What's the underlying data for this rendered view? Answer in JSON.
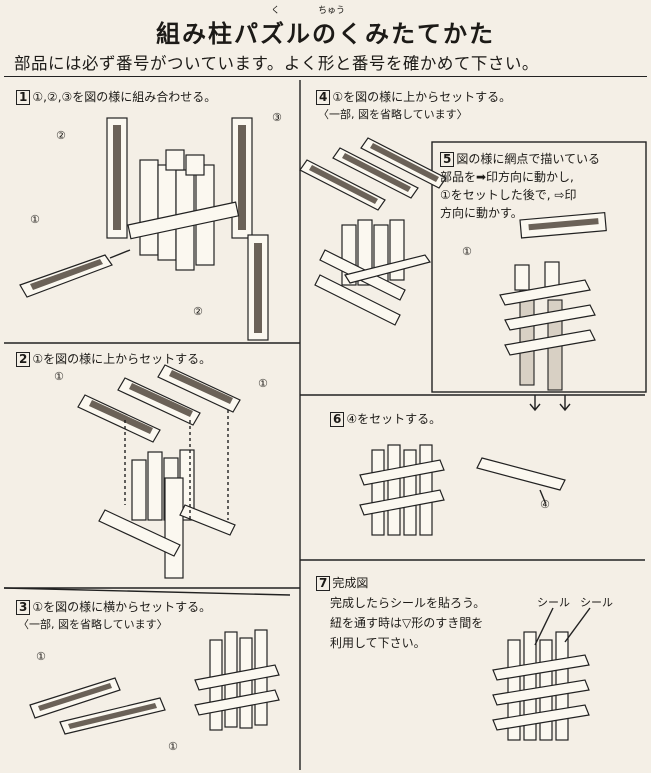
{
  "title": "組み柱パズルのくみたてかた",
  "title_ruby": [
    "く",
    "ちゅう"
  ],
  "subtitle": "部品には必ず番号がついています。よく形と番号を確かめて下さい。",
  "steps": [
    {
      "num": "1",
      "text": "①,②,③を図の様に組み合わせる。"
    },
    {
      "num": "2",
      "text": "①を図の様に上からセットする。"
    },
    {
      "num": "3",
      "text": "①を図の様に横からセットする。",
      "note": "〈一部, 図を省略しています〉"
    },
    {
      "num": "4",
      "text": "①を図の様に上からセットする。",
      "note": "〈一部, 図を省略しています〉"
    },
    {
      "num": "5",
      "lines": [
        "図の様に網点で描いている",
        "部品を➡印方向に動かし,",
        "①をセットした後で, ⇨印",
        "方向に動かす。"
      ]
    },
    {
      "num": "6",
      "text": "④をセットする。"
    },
    {
      "num": "7",
      "text": "完成図",
      "lines": [
        "完成したらシールを貼ろう。",
        "紐を通す時は▽形のすき間を",
        "利用して下さい。"
      ]
    }
  ],
  "callouts": {
    "one": "①",
    "two": "②",
    "three": "③",
    "four": "④",
    "seal": "シール"
  },
  "icons": [
    "arrow-down-icon",
    "arrow-right-icon"
  ],
  "colors": {
    "paper": "#f4efe6",
    "ink": "#1c1a17",
    "stipple": "#8a8176"
  }
}
